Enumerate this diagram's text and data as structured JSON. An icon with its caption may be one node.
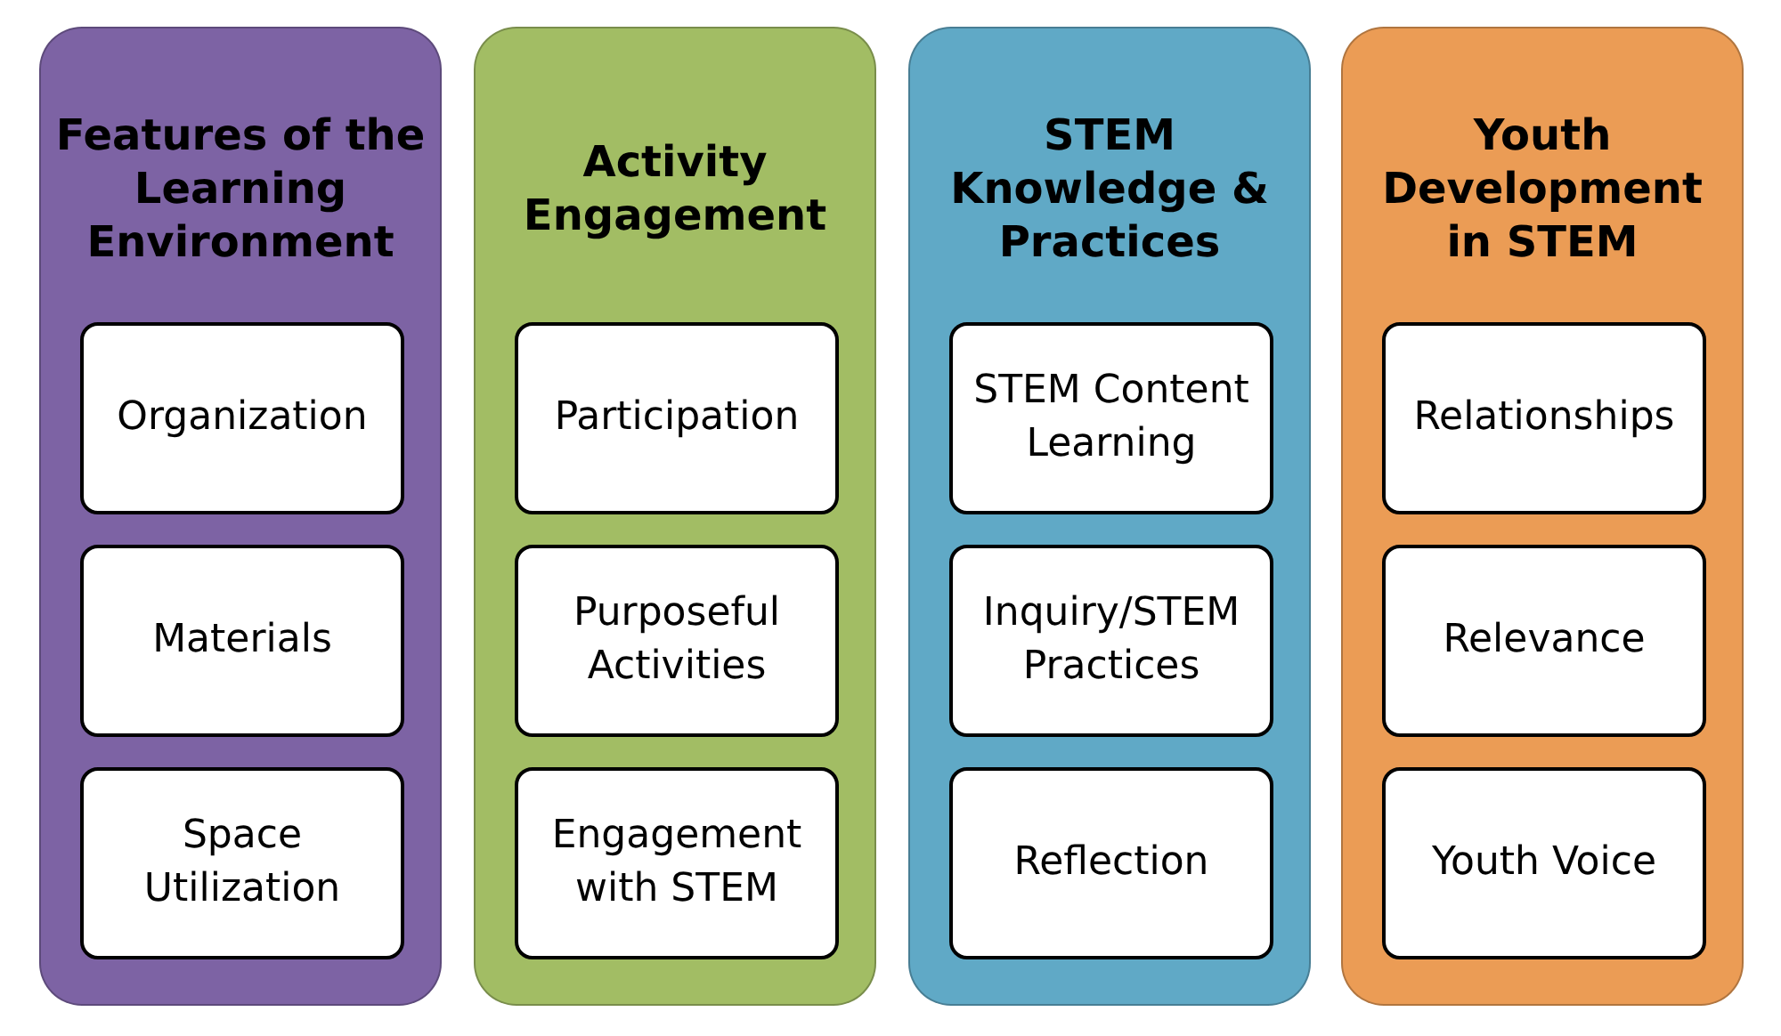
{
  "diagram": {
    "nodes": [
      {
        "text": [
          "Features of the Learning Environment"
        ]
      },
      {
        "text": [
          "Organization"
        ],
        "in": 0
      },
      {
        "text": [
          "Materials"
        ],
        "in": 0
      },
      {
        "text": [
          "Space Utilization"
        ],
        "in": 0
      },
      {
        "text": [
          "Activity Engagement"
        ]
      },
      {
        "text": [
          "Participation"
        ],
        "in": 4
      },
      {
        "text": [
          "Purposeful Activities"
        ],
        "in": 4
      },
      {
        "text": [
          "Engagement with STEM"
        ],
        "in": 4
      },
      {
        "text": [
          "STEM Knowledge & Practices"
        ]
      },
      {
        "text": [
          "STEM Content Learning"
        ],
        "in": 8
      },
      {
        "text": [
          "Inquiry/STEM Practices"
        ],
        "in": 8
      },
      {
        "text": [
          "Reflection"
        ],
        "in": 8
      },
      {
        "text": [
          "Youth Development in STEM"
        ]
      },
      {
        "text": [
          "Relationships"
        ],
        "in": 12
      },
      {
        "text": [
          "Relevance"
        ],
        "in": 12
      },
      {
        "text": [
          "Youth Voice"
        ],
        "in": 12
      }
    ]
  }
}
